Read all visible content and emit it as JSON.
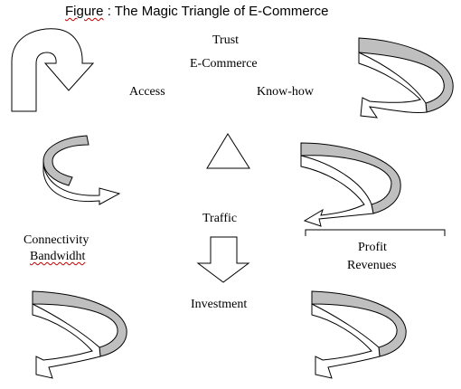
{
  "title": {
    "word": "Figure",
    "rest": " : The Magic Triangle of E-Commerce"
  },
  "labels": {
    "trust": "Trust",
    "ecommerce": "E-Commerce",
    "access": "Access",
    "knowhow": "Know-how",
    "traffic": "Traffic",
    "connectivity": "Connectivity",
    "bandwidth": "Bandwidht",
    "profit": "Profit",
    "revenues": "Revenues",
    "investment": "Investment"
  },
  "colors": {
    "stroke": "#000000",
    "fill": "#ffffff",
    "band_shade": "#bfbfbf",
    "spell_underline": "#c00000"
  },
  "icons": [
    "u-turn-arrow-icon",
    "curved-arrow-icon",
    "triangle-icon",
    "down-block-arrow-icon",
    "bracket-icon"
  ]
}
